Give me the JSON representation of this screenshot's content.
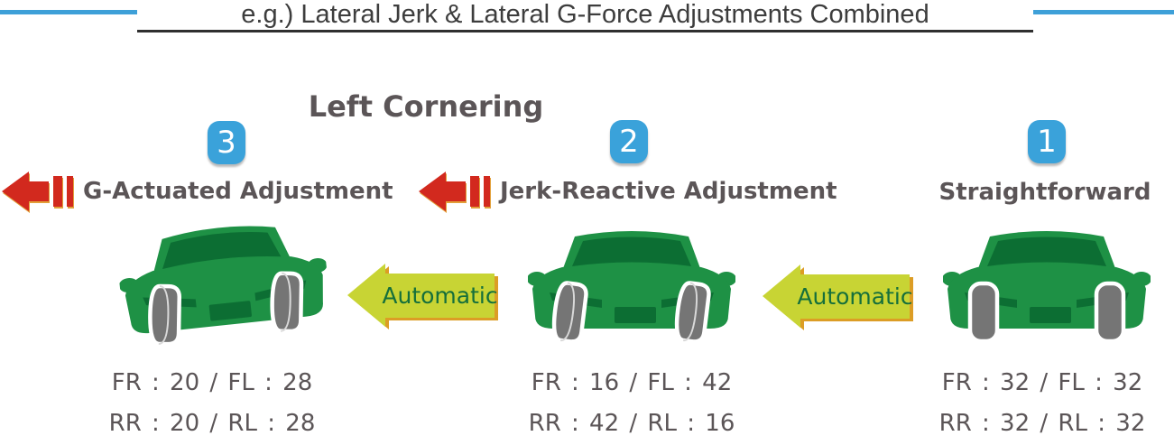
{
  "title_bar": {
    "title": "e.g.) Lateral Jerk & Lateral G-Force Adjustments Combined"
  },
  "heading": "Left Cornering",
  "stages": [
    {
      "number": "3",
      "label": "G-Actuated Adjustment",
      "has_red_arrow": true,
      "pressure_front": "FR : 20 / FL : 28",
      "pressure_rear": "RR : 20 / RL : 28"
    },
    {
      "number": "2",
      "label": "Jerk-Reactive Adjustment",
      "has_red_arrow": true,
      "pressure_front": "FR : 16 / FL : 42",
      "pressure_rear": "RR : 42 / RL : 16"
    },
    {
      "number": "1",
      "label": "Straightforward",
      "has_red_arrow": false,
      "pressure_front": "FR : 32 / FL : 32",
      "pressure_rear": "RR : 32 / RL : 32"
    }
  ],
  "transitions": [
    {
      "label": "Automatic"
    },
    {
      "label": "Automatic"
    }
  ],
  "icons": {
    "red_arrow": "red-dashed-left-arrow-icon",
    "automatic_arrow": "yellow-left-block-arrow-icon",
    "car": "green-car-front-icon"
  },
  "colors": {
    "accent_blue": "#3EA0D8",
    "badge_blue": "#3AA2DA",
    "car_green": "#1E9145",
    "car_dark_green": "#0C6E33",
    "arrow_red": "#D2291E",
    "automatic_yellow": "#C8D434",
    "automatic_edge_orange": "#DC9D25",
    "automatic_text_green": "#156F3B",
    "label_gray": "#5B5557",
    "tire_gray": "#757575"
  }
}
